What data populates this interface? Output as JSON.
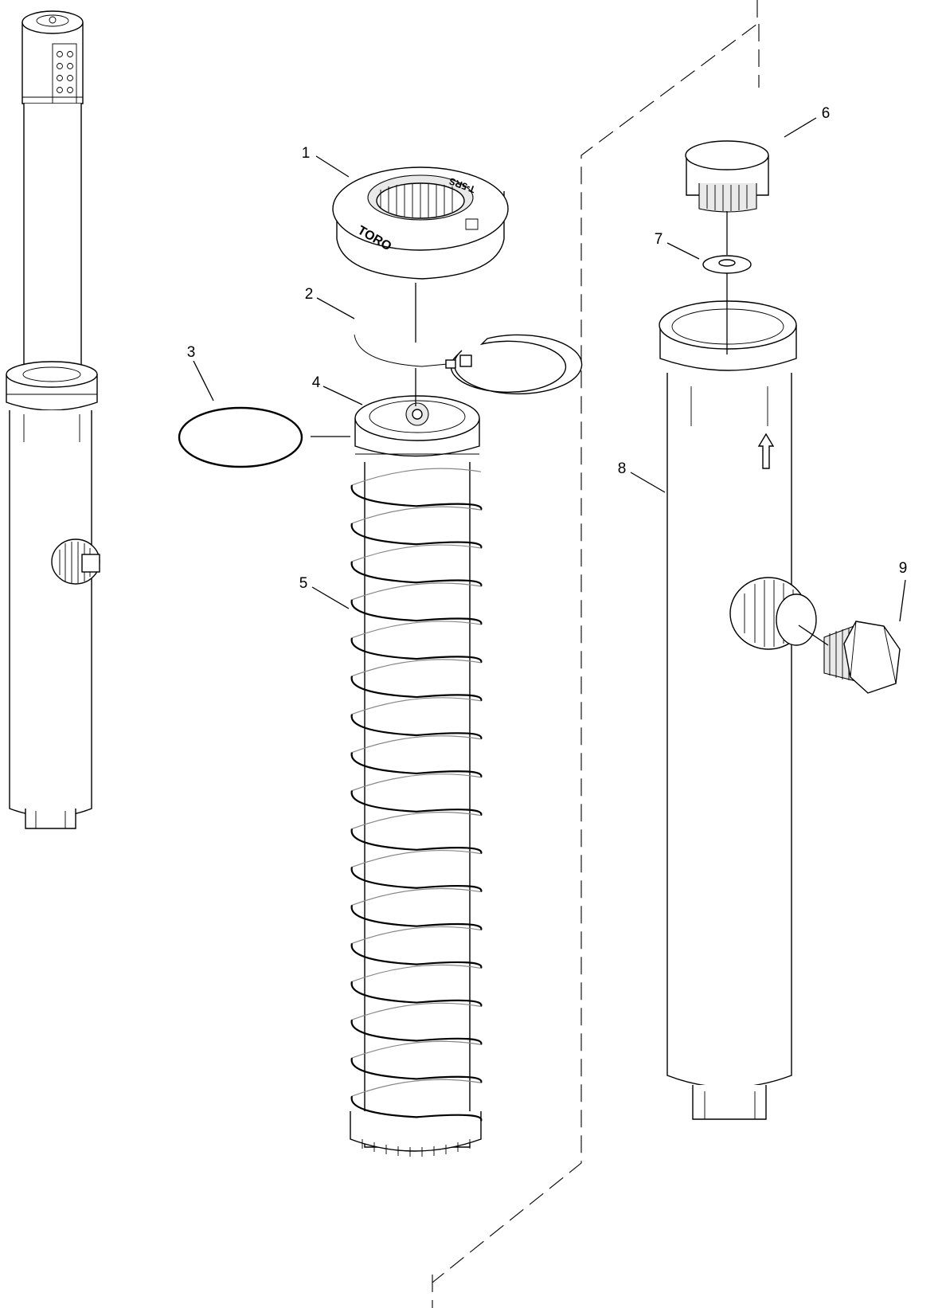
{
  "callouts": {
    "c1": "1",
    "c2": "2",
    "c3": "3",
    "c4": "4",
    "c5": "5",
    "c6": "6",
    "c7": "7",
    "c8": "8",
    "c9": "9"
  },
  "cap_logo_text": "TORO",
  "cap_model_text": "T-5RS",
  "colors": {
    "line": "#000000",
    "background": "#ffffff",
    "shade": "#e9e9e9"
  }
}
